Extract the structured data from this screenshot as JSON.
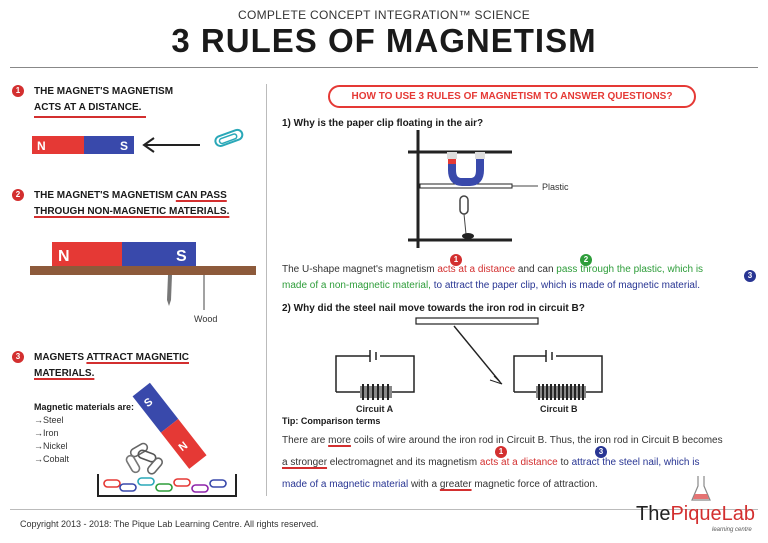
{
  "header": {
    "kicker": "COMPLETE CONCEPT INTEGRATION™ SCIENCE",
    "title": "3 RULES OF MAGNETISM"
  },
  "rules": [
    {
      "number": "1",
      "line1": "THE MAGNET'S MAGNETISM",
      "line2": "ACTS AT A DISTANCE."
    },
    {
      "number": "2",
      "line1_pre": "THE MAGNET'S MAGNETISM ",
      "line1_ul": "CAN PASS",
      "line2": "THROUGH NON-MAGNETIC MATERIALS."
    },
    {
      "number": "3",
      "line1_pre": "MAGNETS ",
      "line1_ul": "ATTRACT MAGNETIC",
      "line2": "MATERIALS."
    }
  ],
  "magnet_poles": {
    "n": "N",
    "s": "S"
  },
  "wood_label": "Wood",
  "magnetic_materials": {
    "heading": "Magnetic materials are:",
    "items": [
      "Steel",
      "Iron",
      "Nickel",
      "Cobalt"
    ]
  },
  "how_to": "HOW TO USE 3 RULES OF MAGNETISM TO ANSWER QUESTIONS?",
  "q1": {
    "question": "1) Why is the paper clip floating in the air?",
    "plastic_label": "Plastic",
    "answer": {
      "p1": "The U-shape magnet's magnetism ",
      "r1": "acts at a distance",
      "p2": " and can ",
      "g1": "pass through the plastic, which is",
      "g2": "made of a non-magnetic material,",
      "b1": " to attract the paper clip, which is made of magnetic material.",
      "marker1": "1",
      "marker2": "2",
      "marker3": "3"
    }
  },
  "q2": {
    "question": "2) Why did the steel nail move towards the iron rod in circuit B?",
    "circuit_a": "Circuit A",
    "circuit_b": "Circuit B",
    "tip_heading": "Tip: Comparison terms",
    "line1_a": "There are ",
    "line1_u": "more",
    "line1_b": " coils of wire around the iron rod in Circuit B. Thus, the iron rod in Circuit B becomes",
    "line2_u": "a stronger",
    "line2_a": " electromagnet and its magnetism ",
    "line2_r": "acts at a distance",
    "line2_b": " to ",
    "line2_bl": "attract the steel nail, which is",
    "line3_bl": "made of a magnetic material",
    "line3_a": " with a ",
    "line3_u": "greater",
    "line3_b": " magnetic force of attraction.",
    "marker1": "1",
    "marker3": "3"
  },
  "footer": {
    "copyright": "Copyright 2013 - 2018: The Pique Lab Learning Centre. All rights reserved.",
    "logo_main": "The",
    "logo_accent": "PiqueLab",
    "logo_sub": "learning centre"
  },
  "colors": {
    "red": "#d32f2f",
    "blue": "#283593",
    "green": "#2e9d3a",
    "wood": "#8d5a3b"
  }
}
